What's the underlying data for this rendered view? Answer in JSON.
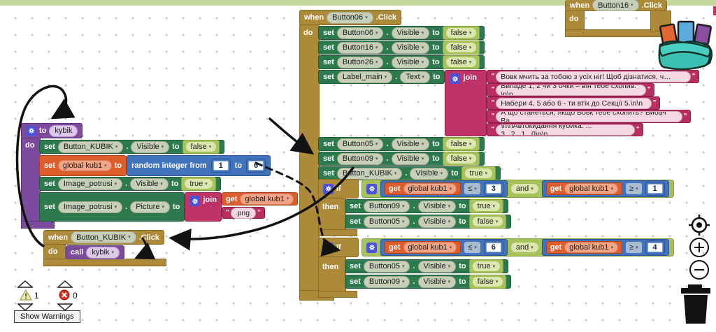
{
  "labels": {
    "when": "when",
    "do": "do",
    "then": "then",
    "if": "if",
    "set": "set",
    "to": "to",
    "dot": ".",
    "click": ".Click",
    "get": "get",
    "call": "call",
    "join": "join",
    "and": "and",
    "quote": "\""
  },
  "icons": {
    "caret": "▾"
  },
  "colors": {
    "event_gold": "#ac8a39",
    "setter_green": "#2c7a4d",
    "variable_orange": "#de5d2d",
    "math_blue": "#4273bd",
    "text_pink": "#bf3367",
    "procedure_purple": "#7d4b9e",
    "logic_green": "#a7c25d",
    "gear_indigo": "#4a52d8",
    "topbar_green": "#c6d79f"
  },
  "proc": {
    "name": "kybik",
    "set1": {
      "component": "Button_KUBIK",
      "property": "Visible",
      "value": "false"
    },
    "setvar": {
      "name": "global kub1",
      "math": "random integer from",
      "from": "1",
      "upto": "6"
    },
    "set2": {
      "component": "Image_potrusi",
      "property": "Visible",
      "value": "true"
    },
    "set3": {
      "component": "Image_potrusi",
      "property": "Picture"
    },
    "join_var": "global kub1",
    "join_str": ".png"
  },
  "when_kubik": {
    "event": "Button_KUBIK",
    "callee": "kybik"
  },
  "when16": {
    "event": "Button16"
  },
  "when06": {
    "event": "Button06",
    "setters": [
      {
        "component": "Button06",
        "property": "Visible",
        "value": "false"
      },
      {
        "component": "Button16",
        "property": "Visible",
        "value": "false"
      },
      {
        "component": "Button26",
        "property": "Visible",
        "value": "false"
      }
    ],
    "label_setter": {
      "component": "Label_main",
      "property": "Text"
    },
    "join_strings": [
      "Вовк мчить за тобою з усіх ніг! Щоб дізнатися, ч…",
      "Випаде 1, 2 чи 3 очки – він тебе схопив. \\n\\n",
      "Набери 4, 5 або 6 - ти втік до Секції 5.\\n\\n",
      "А що станеться, якщо Вовк тебе схопить? Вибач Ва…",
      "\\n\\nАвтокидання кубика: ... 3...2...1...0\\n\\n"
    ],
    "setters2": [
      {
        "component": "Button05",
        "property": "Visible",
        "value": "false"
      },
      {
        "component": "Button09",
        "property": "Visible",
        "value": "false"
      },
      {
        "component": "Button_KUBIK",
        "property": "Visible",
        "value": "true"
      }
    ],
    "if1": {
      "left": {
        "var": "global kub1",
        "op": "≤",
        "num": "3"
      },
      "right": {
        "var": "global kub1",
        "op": "≥",
        "num": "1"
      },
      "then": [
        {
          "component": "Button09",
          "property": "Visible",
          "value": "true"
        },
        {
          "component": "Button05",
          "property": "Visible",
          "value": "false"
        }
      ]
    },
    "if2": {
      "left": {
        "var": "global kub1",
        "op": "≤",
        "num": "6"
      },
      "right": {
        "var": "global kub1",
        "op": "≥",
        "num": "4"
      },
      "then": [
        {
          "component": "Button05",
          "property": "Visible",
          "value": "true"
        },
        {
          "component": "Button09",
          "property": "Visible",
          "value": "false"
        }
      ]
    }
  },
  "status": {
    "warning_count": "1",
    "error_count": "0",
    "show_warnings": "Show Warnings"
  }
}
